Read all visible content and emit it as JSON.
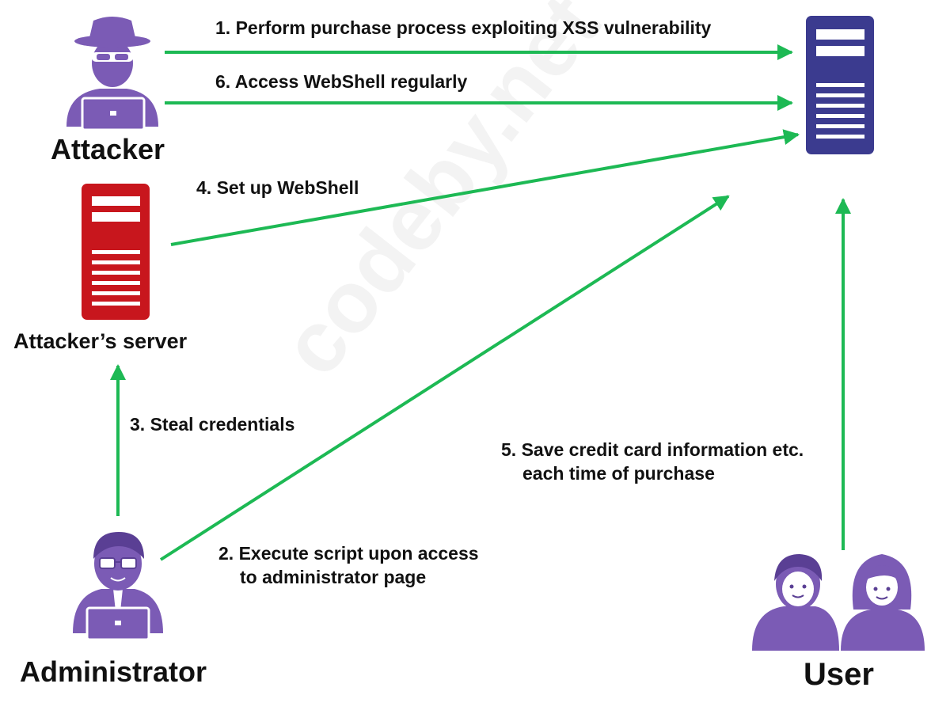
{
  "colors": {
    "arrow": "#1db954",
    "actor_purple": "#7b5bb5",
    "target_server": "#3b3b8f",
    "attacker_server": "#c8161d",
    "text": "#111111"
  },
  "watermark": "codeby.net",
  "actors": {
    "attacker": {
      "label": "Attacker",
      "icon": "hooded-hacker-icon"
    },
    "attacker_server": {
      "label": "Attacker’s server",
      "icon": "red-server-icon"
    },
    "target_server": {
      "icon": "server-icon"
    },
    "administrator": {
      "label": "Administrator",
      "icon": "administrator-with-laptop-icon"
    },
    "user": {
      "label": "User",
      "icon": "user-pair-icon"
    }
  },
  "steps": {
    "s1": {
      "text": "1. Perform purchase process exploiting XSS vulnerability"
    },
    "s2": {
      "line1": "2. Execute script upon access",
      "line2": "to administrator page"
    },
    "s3": {
      "text": "3. Steal credentials"
    },
    "s4": {
      "text": "4. Set up WebShell"
    },
    "s5": {
      "line1": "5. Save credit card information etc.",
      "line2": "each time of purchase"
    },
    "s6": {
      "text": "6. Access WebShell regularly"
    }
  }
}
